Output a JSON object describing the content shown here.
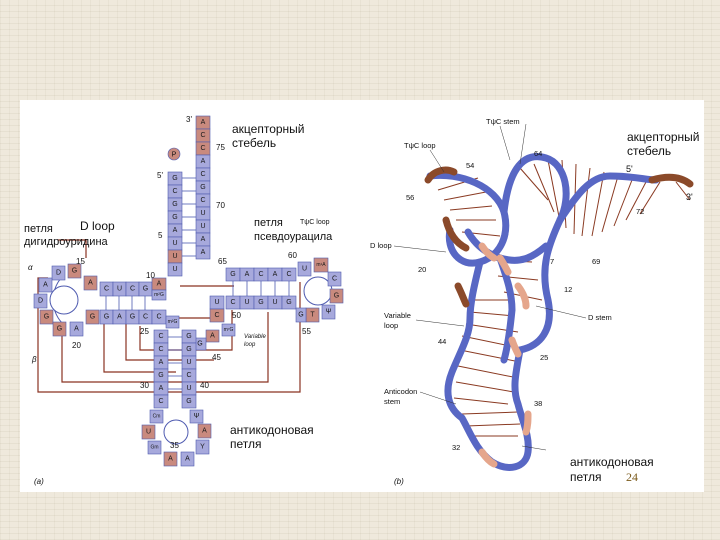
{
  "slide_number": "24",
  "colors": {
    "blue_base": "#a7a9dc",
    "red_base": "#c98a7e",
    "stroke_blue": "#4f5bb0",
    "helix_blue": "#5867c4",
    "helix_brown": "#8b4a2a",
    "helix_pink": "#e5a68c",
    "rung": "#8a3a22",
    "connector": "#8a3322"
  },
  "panel_a": {
    "tag": "(a)",
    "acceptor": {
      "prime3": "3'",
      "prime5": "5'",
      "num75": "75",
      "num70": "70",
      "num5": "5",
      "label_line1": "акцепторный",
      "label_line2": "стебель"
    },
    "phosphate": "P",
    "d_loop": {
      "label_en": "D loop",
      "label_line1": "петля",
      "label_line2": "дигидроуридина",
      "num15": "15",
      "num10": "10",
      "num20": "20",
      "alpha": "α",
      "beta": "β"
    },
    "tpsic_loop": {
      "label_en": "TψC loop",
      "label_line1": "петля",
      "label_line2": "псевдоурацила",
      "num60": "60",
      "num65": "65",
      "num50": "50",
      "num55": "55"
    },
    "variable_loop": {
      "label_line1": "Variable",
      "label_line2": "loop",
      "num45": "45"
    },
    "anticodon": {
      "label_line1": "антикодоновая",
      "label_line2": "петля",
      "num25": "25",
      "num30": "30",
      "num40": "40",
      "num35": "35"
    }
  },
  "panel_b": {
    "tag": "(b)",
    "tpsic_stem": "TψC stem",
    "tpsic_loop": "TψC loop",
    "acceptor_line1": "акцепторный",
    "acceptor_line2": "стебель",
    "prime5": "5'",
    "prime3": "3'",
    "d_loop": "D loop",
    "variable_line1": "Variable",
    "variable_line2": "loop",
    "d_stem": "D stem",
    "anticodon_stem_line1": "Anticodon",
    "anticodon_stem_line2": "stem",
    "anticodon_line1": "антикодоновая",
    "anticodon_line2": "петля",
    "numbers": {
      "n54": "54",
      "n64": "64",
      "n56": "56",
      "n72": "72",
      "n7": "7",
      "n69": "69",
      "n20": "20",
      "n12": "12",
      "n44": "44",
      "n25": "25",
      "n38": "38",
      "n32": "32"
    }
  }
}
